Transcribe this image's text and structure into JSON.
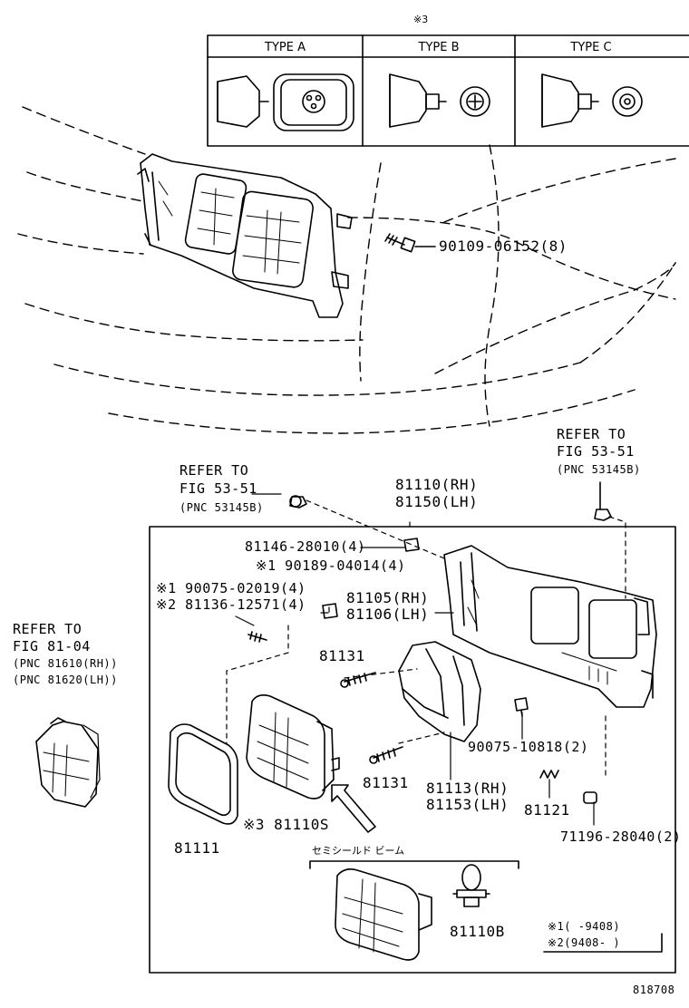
{
  "type_table": {
    "note_mark": "※3",
    "headers": [
      "TYPE A",
      "TYPE B",
      "TYPE C"
    ]
  },
  "callouts": {
    "screw_top": "90109-06152(8)",
    "refer_left_top": {
      "line1": "REFER TO",
      "line2": "FIG 53-51",
      "line3": "(PNC 53145B)"
    },
    "refer_right_top": {
      "line1": "REFER TO",
      "line2": "FIG 53-51",
      "line3": "(PNC 53145B)"
    },
    "refer_side": {
      "line1": "REFER TO",
      "line2": "FIG 81-04",
      "line3": "(PNC 81610(RH))",
      "line4": "(PNC 81620(LH))"
    },
    "assy_rh": "81110(RH)",
    "assy_lh": "81150(LH)",
    "clip": "81146-28010(4)",
    "nut_1": "※1 90189-04014(4)",
    "screw_1": "※1 90075-02019(4)",
    "screw_2": "※2 81136-12571(4)",
    "housing_rh": "81105(RH)",
    "housing_lh": "81106(LH)",
    "adj_screw_upper": "81131",
    "adj_screw_lower": "81131",
    "bracket_screw": "90075-10818(2)",
    "bracket_rh": "81113(RH)",
    "bracket_lh": "81153(LH)",
    "spring": "81121",
    "grommet": "71196-28040(2)",
    "rim": "81111",
    "sealed_beam": "※3  81110S",
    "halogen_label": "セミシールド ビーム",
    "halogen_bulb": "81110B",
    "date_note_1": "※1(     -9408)",
    "date_note_2": "※2(9408-     )",
    "diagram_no": "818708"
  }
}
